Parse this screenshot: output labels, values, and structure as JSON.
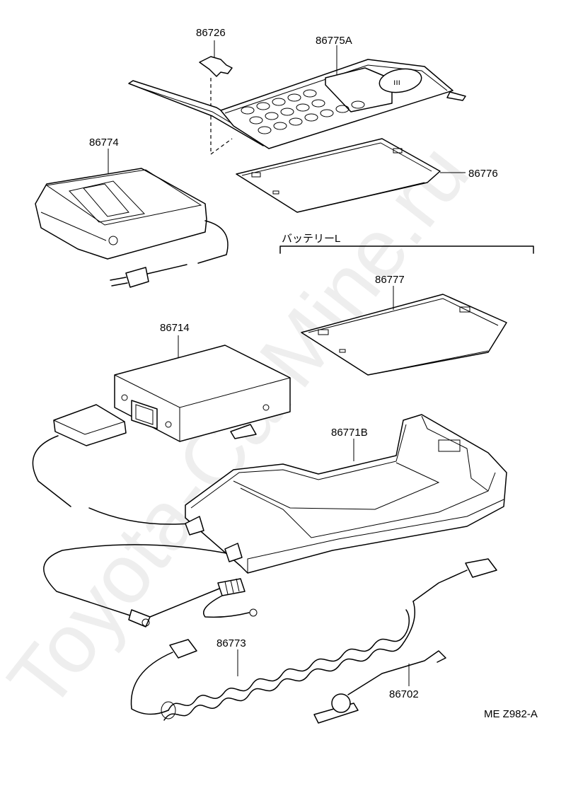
{
  "watermark": "Toyota-CarMine.ru",
  "diagram_code": "ME Z982-A",
  "battery_group_label": "バッテリーL",
  "parts": {
    "p86726": "86726",
    "p86775A": "86775A",
    "p86774": "86774",
    "p86776": "86776",
    "p86777": "86777",
    "p86714": "86714",
    "p86771B": "86771B",
    "p86773": "86773",
    "p86702": "86702"
  }
}
